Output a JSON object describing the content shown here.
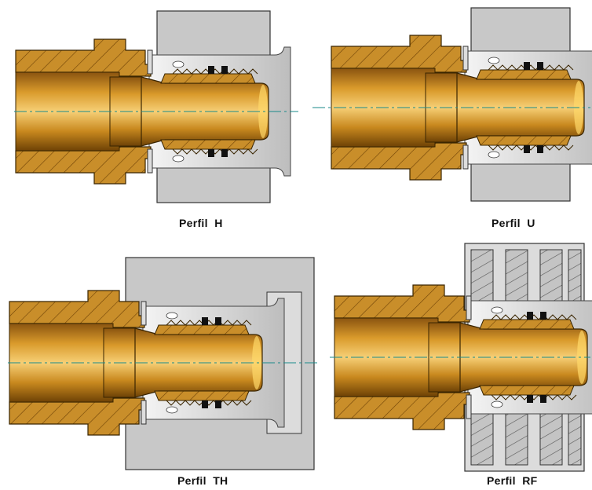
{
  "captions": {
    "h": "Perfil  H",
    "u": "Perfil  U",
    "th": "Perfil  TH",
    "rf": "Perfil  RF"
  },
  "colors": {
    "brass_dark": "#7a4a06",
    "brass_mid": "#c9891f",
    "brass_light": "#f1c56a",
    "jaw_grey": "#c9c9c9",
    "jaw_stroke": "#555555",
    "centerline": "#1a8a8a"
  }
}
